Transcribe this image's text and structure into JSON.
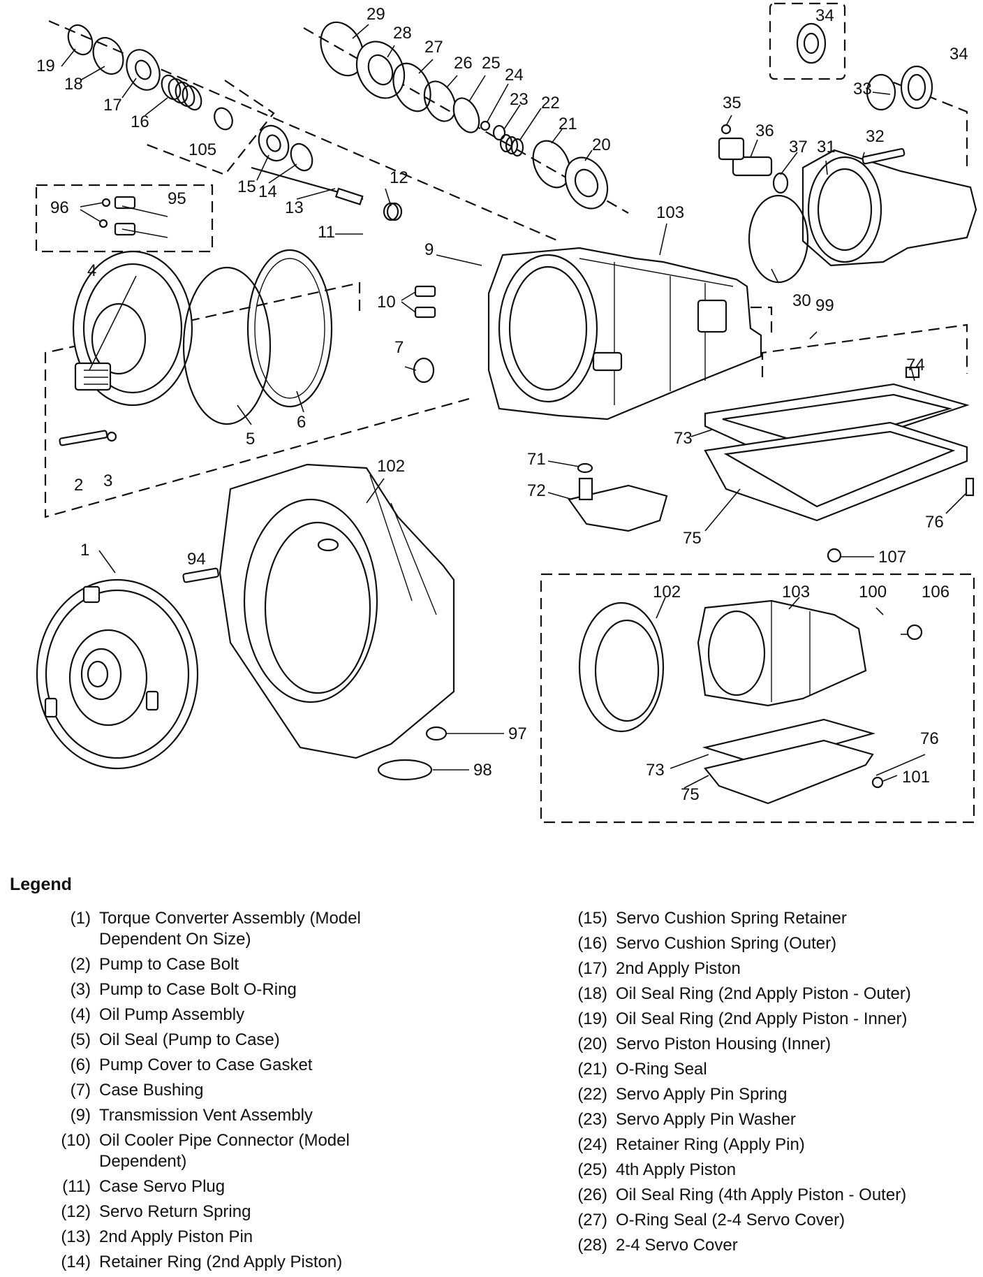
{
  "callouts": {
    "c1": "1",
    "c2": "2",
    "c3": "3",
    "c4": "4",
    "c5": "5",
    "c6": "6",
    "c7": "7",
    "c9": "9",
    "c10": "10",
    "c11": "11",
    "c12": "12",
    "c13": "13",
    "c14": "14",
    "c15": "15",
    "c16": "16",
    "c17": "17",
    "c18": "18",
    "c19": "19",
    "c20": "20",
    "c21": "21",
    "c22": "22",
    "c23": "23",
    "c24": "24",
    "c25": "25",
    "c26": "26",
    "c27": "27",
    "c28": "28",
    "c29": "29",
    "c30": "30",
    "c31": "31",
    "c32": "32",
    "c33": "33",
    "c34": "34",
    "c35": "35",
    "c36": "36",
    "c37": "37",
    "c71": "71",
    "c72": "72",
    "c73": "73",
    "c74": "74",
    "c75": "75",
    "c76": "76",
    "c94": "94",
    "c95": "95",
    "c96": "96",
    "c97": "97",
    "c98": "98",
    "c99": "99",
    "c100": "100",
    "c101": "101",
    "c102": "102",
    "c103": "103",
    "c105": "105",
    "c106": "106",
    "c107": "107"
  },
  "legend": {
    "title": "Legend",
    "left": [
      {
        "num": "(1)",
        "text": "Torque Converter Assembly (Model Dependent On Size)"
      },
      {
        "num": "(2)",
        "text": "Pump to Case Bolt"
      },
      {
        "num": "(3)",
        "text": "Pump to Case Bolt O-Ring"
      },
      {
        "num": "(4)",
        "text": "Oil Pump Assembly"
      },
      {
        "num": "(5)",
        "text": "Oil Seal (Pump to Case)"
      },
      {
        "num": "(6)",
        "text": "Pump Cover to Case Gasket"
      },
      {
        "num": "(7)",
        "text": "Case Bushing"
      },
      {
        "num": "(9)",
        "text": "Transmission Vent Assembly"
      },
      {
        "num": "(10)",
        "text": "Oil Cooler Pipe Connector (Model Dependent)"
      },
      {
        "num": "(11)",
        "text": "Case Servo Plug"
      },
      {
        "num": "(12)",
        "text": "Servo Return Spring"
      },
      {
        "num": "(13)",
        "text": "2nd Apply Piston Pin"
      },
      {
        "num": "(14)",
        "text": "Retainer Ring (2nd Apply Piston)"
      }
    ],
    "right": [
      {
        "num": "(15)",
        "text": "Servo Cushion Spring Retainer"
      },
      {
        "num": "(16)",
        "text": "Servo Cushion Spring (Outer)"
      },
      {
        "num": "(17)",
        "text": "2nd Apply Piston"
      },
      {
        "num": "(18)",
        "text": "Oil Seal Ring (2nd Apply Piston - Outer)"
      },
      {
        "num": "(19)",
        "text": "Oil Seal Ring (2nd Apply Piston - Inner)"
      },
      {
        "num": "(20)",
        "text": "Servo Piston Housing (Inner)"
      },
      {
        "num": "(21)",
        "text": "O-Ring Seal"
      },
      {
        "num": "(22)",
        "text": "Servo Apply Pin Spring"
      },
      {
        "num": "(23)",
        "text": "Servo Apply Pin Washer"
      },
      {
        "num": "(24)",
        "text": "Retainer Ring (Apply Pin)"
      },
      {
        "num": "(25)",
        "text": "4th Apply Piston"
      },
      {
        "num": "(26)",
        "text": "Oil Seal Ring (4th Apply Piston - Outer)"
      },
      {
        "num": "(27)",
        "text": "O-Ring Seal (2-4 Servo Cover)"
      },
      {
        "num": "(28)",
        "text": "2-4 Servo Cover"
      }
    ]
  }
}
